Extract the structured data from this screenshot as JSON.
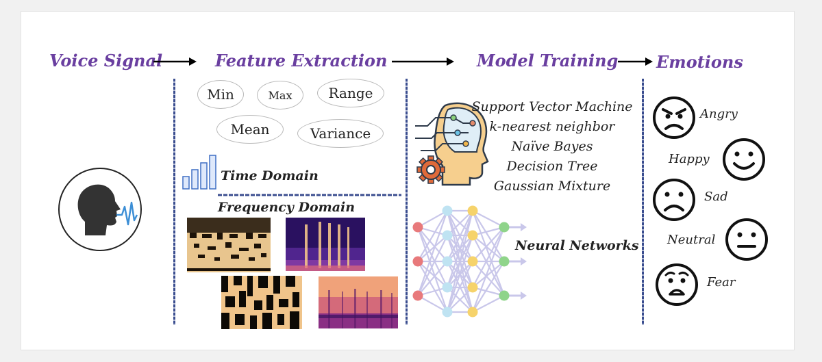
{
  "headers": {
    "voice": "Voice Signal",
    "feature": "Feature Extraction",
    "model": "Model Training",
    "emotions": "Emotions"
  },
  "features": {
    "min": "Min",
    "max": "Max",
    "range": "Range",
    "mean": "Mean",
    "variance": "Variance"
  },
  "time_domain": "Time Domain",
  "frequency_domain": "Frequency Domain",
  "models": [
    "Support Vector Machine",
    "k-nearest neighbor",
    "Naïve Bayes",
    "Decision Tree",
    "Gaussian Mixture"
  ],
  "neural_networks": "Neural Networks",
  "emotion_labels": {
    "angry": "Angry",
    "happy": "Happy",
    "sad": "Sad",
    "neutral": "Neutral",
    "fear": "Fear"
  },
  "colors": {
    "header": "#6a3fa0",
    "divider": "#3a4d8f",
    "node_red": "#e8797b",
    "node_blue": "#bfe3f2",
    "node_yellow": "#f6d36b",
    "node_green": "#8fd48a",
    "edge": "#c9c7ea"
  },
  "icons": [
    "speaking-head-icon",
    "ai-head-icon",
    "gear-icon",
    "bar-chart-icon",
    "neural-network-icon"
  ]
}
